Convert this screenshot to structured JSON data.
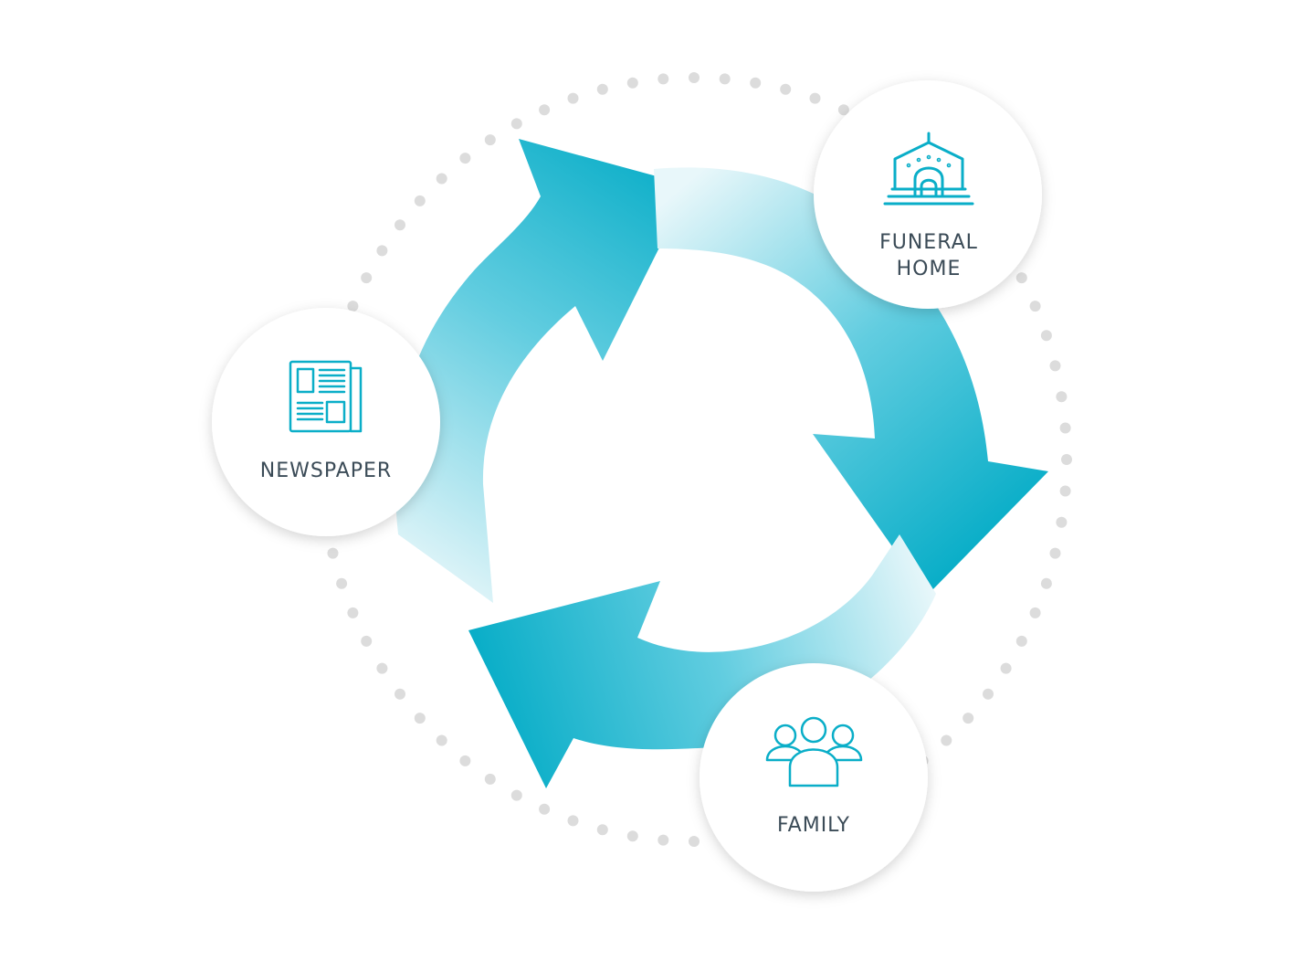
{
  "colors": {
    "accent": "#0aaec8",
    "accent_light": "#e8f7fa",
    "label": "#3b4b57",
    "dots": "#dcdcdc",
    "node_fill": "#ffffff"
  },
  "nodes": {
    "funeral_home": {
      "line1": "FUNERAL",
      "line2": "HOME",
      "icon": "funeral-home-icon"
    },
    "newspaper": {
      "label": "NEWSPAPER",
      "icon": "newspaper-icon"
    },
    "family": {
      "label": "FAMILY",
      "icon": "family-icon"
    }
  }
}
